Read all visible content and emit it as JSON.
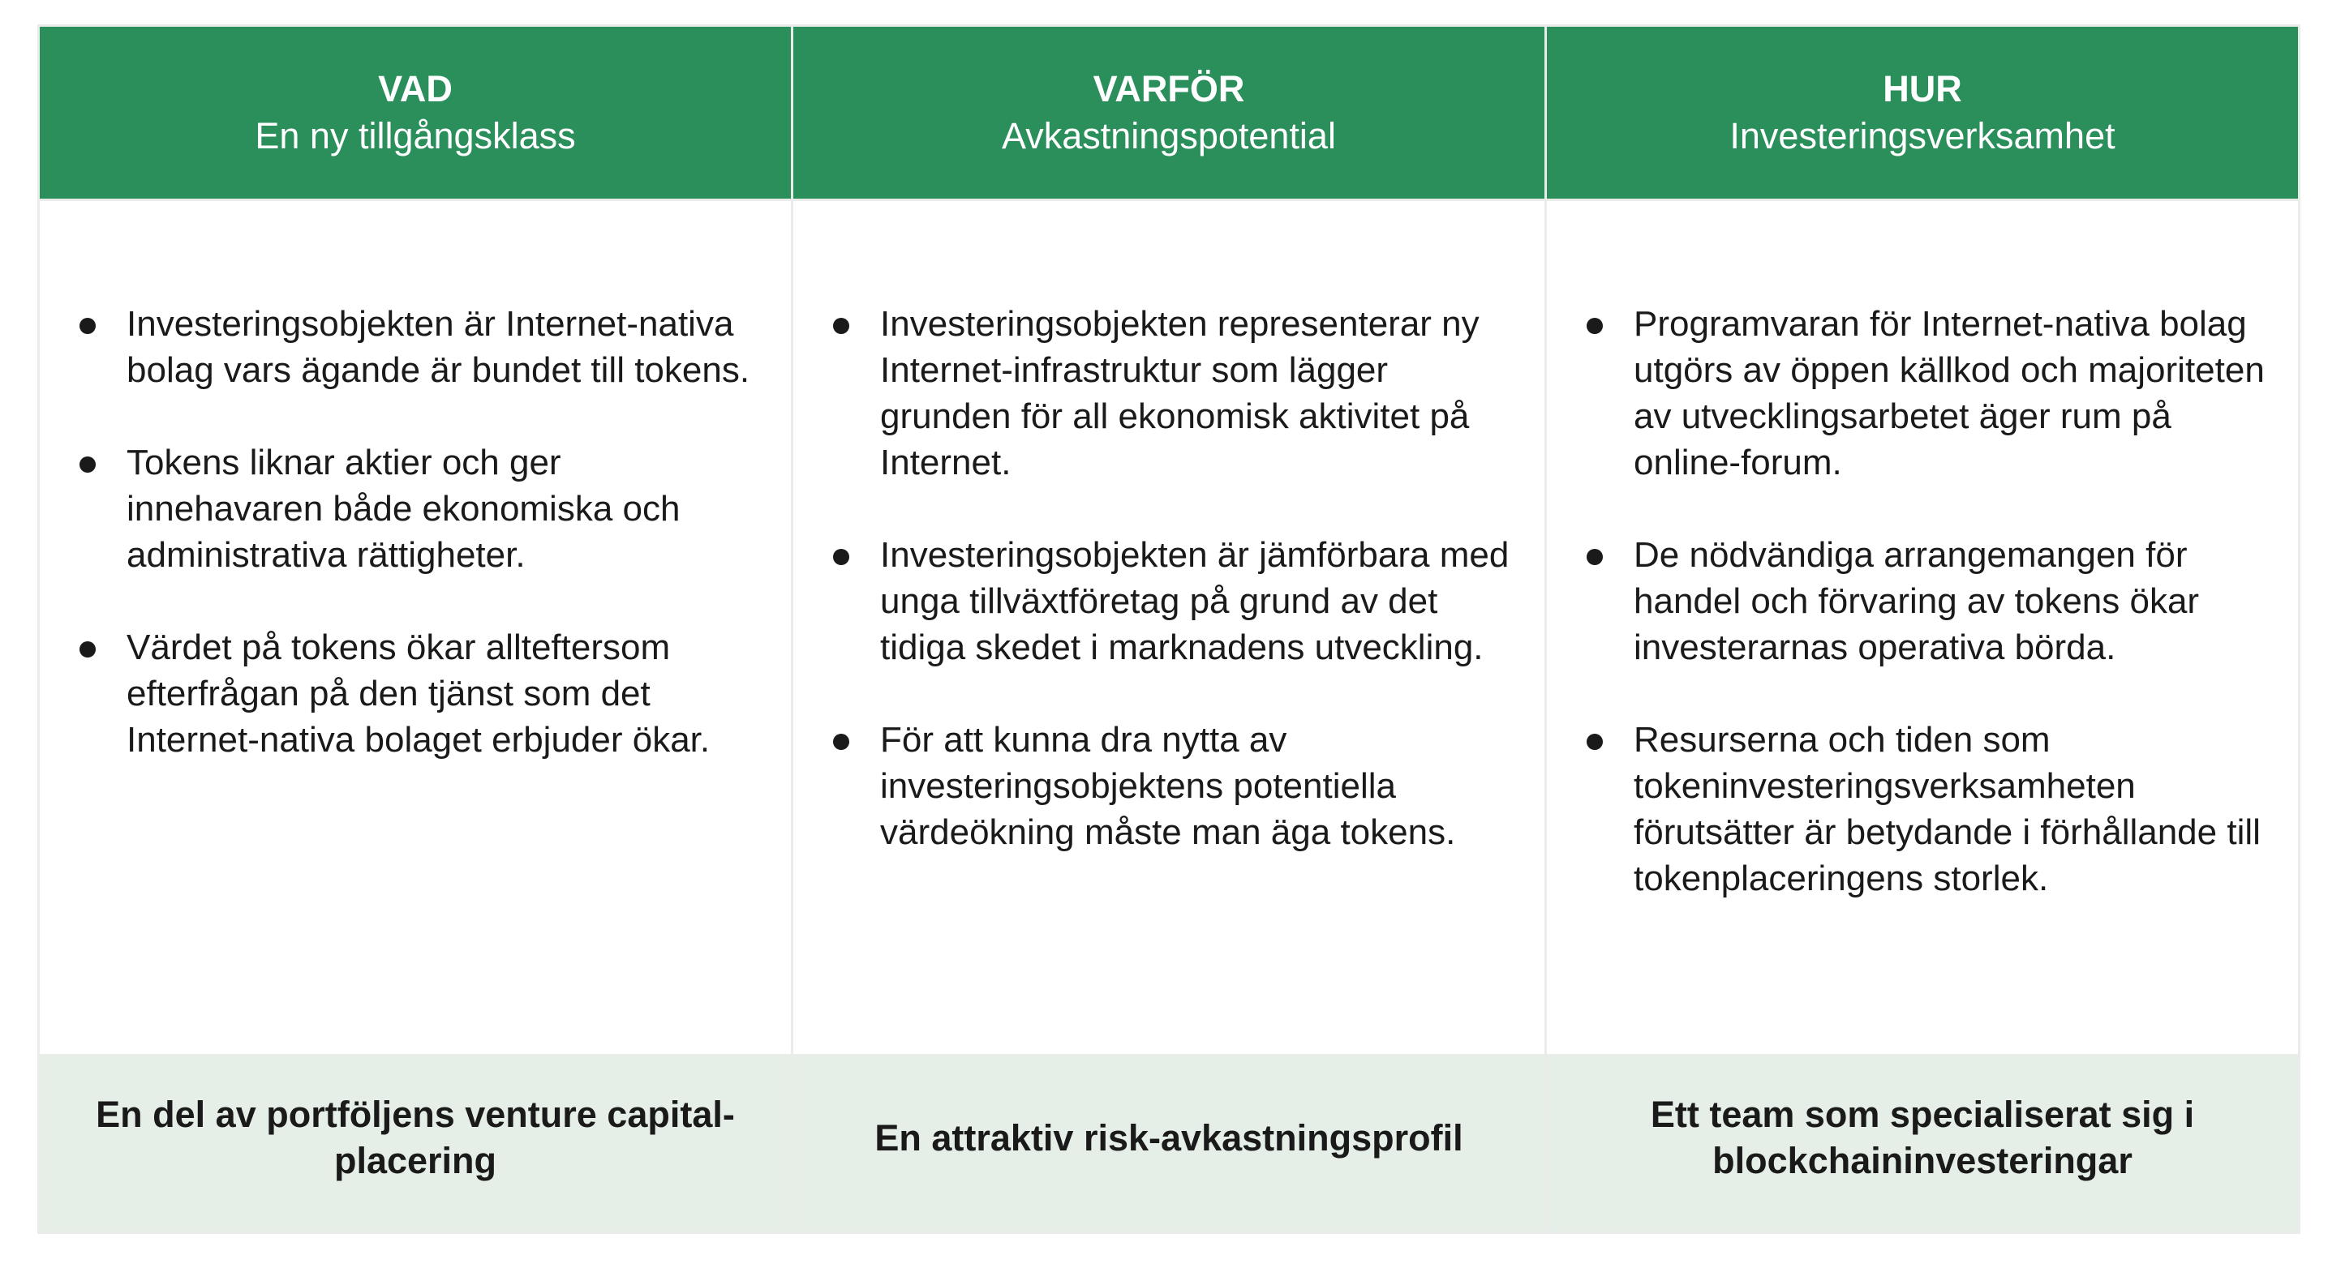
{
  "columns": [
    {
      "title": "VAD",
      "subtitle": "En ny tillgångsklass",
      "bullets": [
        "Investeringsobjekten är Internet-nativa bolag vars ägande är bundet till tokens.",
        "Tokens liknar aktier och ger innehavaren både ekonomiska och administrativa rättigheter.",
        "Värdet på tokens ökar allteftersom efterfrågan på den tjänst som det Internet-nativa bolaget erbjuder ökar."
      ],
      "footer": "En del av portföljens venture capital-placering"
    },
    {
      "title": "VARFÖR",
      "subtitle": "Avkastningspotential",
      "bullets": [
        "Investeringsobjekten representerar ny Internet-infrastruktur som lägger grunden för all ekonomisk aktivitet på Internet.",
        "Investeringsobjekten är jämförbara med unga tillväxtföretag på grund av det tidiga skedet i marknadens utveckling.",
        "För att kunna dra nytta av investeringsobjektens potentiella värdeökning måste man äga tokens."
      ],
      "footer": "En attraktiv risk-avkastningsprofil"
    },
    {
      "title": "HUR",
      "subtitle": "Investeringsverksamhet",
      "bullets": [
        "Programvaran för Internet-nativa bolag utgörs av öppen källkod och majoriteten av utvecklingsarbetet äger rum på online-forum.",
        "De nödvändiga arrangemangen för handel och förvaring av tokens ökar investerarnas operativa börda.",
        "Resurserna och tiden som tokeninvesteringsverksamheten förutsätter är betydande i förhållande till tokenplaceringens storlek."
      ],
      "footer": "Ett team som specialiserat sig i blockchaininvesteringar"
    }
  ],
  "colors": {
    "header_bg": "#2b8f5c",
    "footer_bg": "#e5efe7",
    "grid_line": "#e9ece9"
  }
}
